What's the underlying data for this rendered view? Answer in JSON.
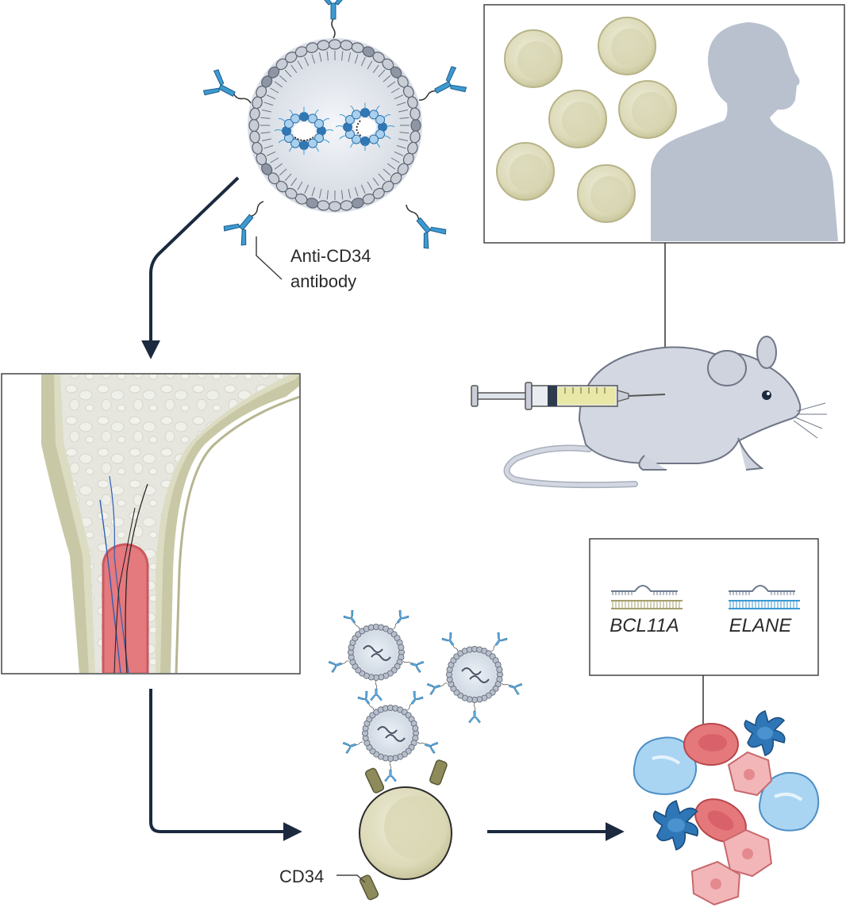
{
  "labels": {
    "anti_cd34_line1": "Anti-CD34",
    "anti_cd34_line2": "antibody",
    "cd34": "CD34",
    "gene_1": "BCL11A",
    "gene_2": "ELANE"
  },
  "icons": [
    "lipid-nanoparticle",
    "anti-cd34-antibody",
    "stem-cell",
    "human-silhouette",
    "mouse",
    "syringe",
    "bone-marrow",
    "blood-cells",
    "guide-rna"
  ],
  "colors": {
    "arrow": "#1b2a3e",
    "antibody": "#3d9ad1",
    "membrane": "#9aa1ad",
    "cell": "#dfddc4",
    "silhouette": "#b9c1cf",
    "marrow": "#d9777c",
    "bcl11a": "#a49f6e",
    "elane": "#3d9ad1"
  }
}
